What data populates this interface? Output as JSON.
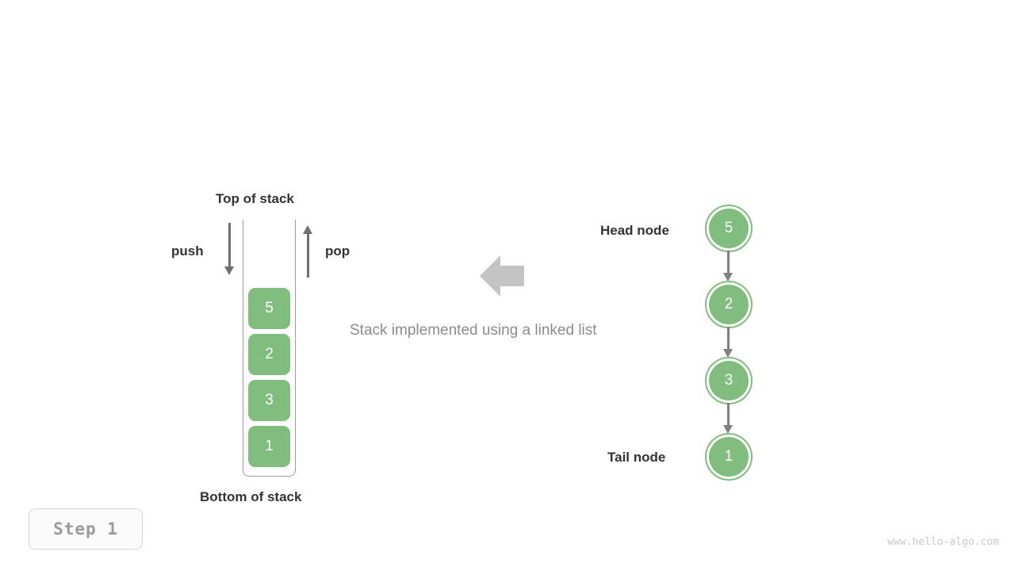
{
  "diagram": {
    "caption": "Stack implemented using a linked list",
    "center_arrow_icon": "left-block-arrow-icon",
    "accent_color": "#81bd7f",
    "arrow_color": "#6f6f6f",
    "link_color": "#808080",
    "text_color": "#333333",
    "caption_color": "#8c8c8c"
  },
  "stack": {
    "top_label": "Top of stack",
    "bottom_label": "Bottom of stack",
    "push_label": "push",
    "pop_label": "pop",
    "cells": [
      {
        "value": "5"
      },
      {
        "value": "2"
      },
      {
        "value": "3"
      },
      {
        "value": "1"
      }
    ]
  },
  "linked_list": {
    "head_label": "Head node",
    "tail_label": "Tail node",
    "nodes": [
      {
        "value": "5"
      },
      {
        "value": "2"
      },
      {
        "value": "3"
      },
      {
        "value": "1"
      }
    ]
  },
  "footer": {
    "step_label": "Step 1",
    "watermark": "www.hello-algo.com"
  }
}
